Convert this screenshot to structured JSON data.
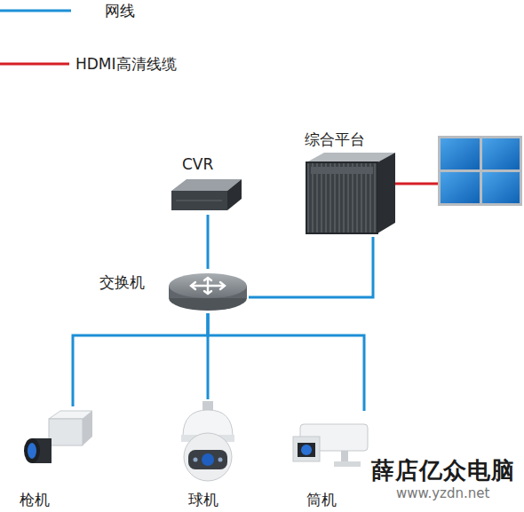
{
  "diagram": {
    "nodes": [
      {
        "text": [
          "综合平台"
        ]
      },
      {
        "text": [
          "CVR"
        ]
      },
      {
        "text": [
          "交换机"
        ]
      },
      {
        "text": [
          "枪机"
        ]
      },
      {
        "text": [
          "球机"
        ]
      },
      {
        "text": [
          "筒机"
        ]
      }
    ],
    "edges": [
      {
        "from": 1,
        "to": 2,
        "arrow": "none"
      },
      {
        "from": 2,
        "to": 0,
        "arrow": "none"
      },
      {
        "from": 2,
        "to": 3,
        "arrow": "none"
      },
      {
        "from": 2,
        "to": 4,
        "arrow": "none"
      },
      {
        "from": 2,
        "to": 5,
        "arrow": "none"
      }
    ],
    "labels": [
      "薛店亿众电脑",
      "www.yzdn.net"
    ],
    "legend": [
      {
        "text": "网线"
      },
      {
        "text": "HDMI高清线缆"
      }
    ]
  }
}
